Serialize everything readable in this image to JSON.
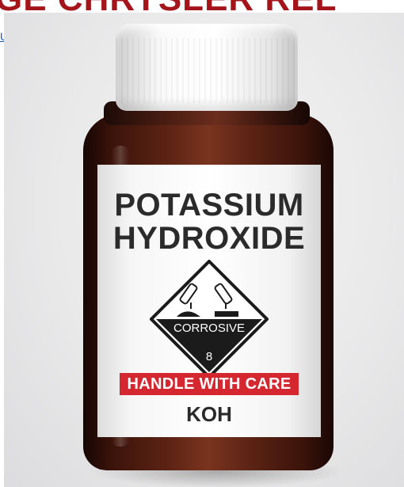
{
  "top_banner": {
    "text": "GE CHRYSLER REL"
  },
  "edge_link": {
    "text": "U"
  },
  "photo": {
    "colors": {
      "bottle": "#5e2414",
      "cap": "#ffffff",
      "label": "#ffffff",
      "banner": "#d52730",
      "banner_text": "#ffffff",
      "title_text": "#2b2b2b"
    },
    "label": {
      "title_line1": "POTASSIUM",
      "title_line2": "HYDROXIDE",
      "hazard_text": "CORROSIVE",
      "hazard_class": "8",
      "warning": "HANDLE WITH CARE",
      "formula": "KOH"
    },
    "icons": [
      "corrosive-diamond-icon"
    ]
  }
}
